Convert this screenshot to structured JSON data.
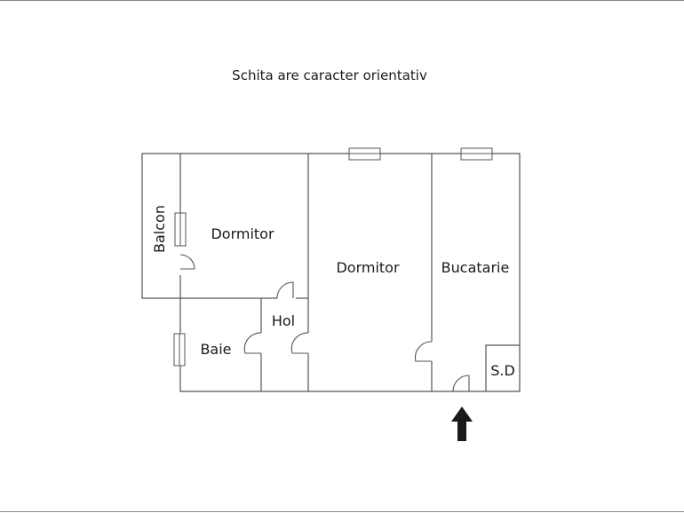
{
  "caption": "Schita are caracter orientativ",
  "rooms": {
    "balcon": "Balcon",
    "dormitor_left": "Dormitor",
    "dormitor_center": "Dormitor",
    "bucatarie": "Bucatarie",
    "hol": "Hol",
    "baie": "Baie",
    "sd": "S.D"
  },
  "icons": {
    "entrance": "arrow-up-icon"
  },
  "colors": {
    "line": "#555555",
    "arrow": "#1a1a1a"
  }
}
